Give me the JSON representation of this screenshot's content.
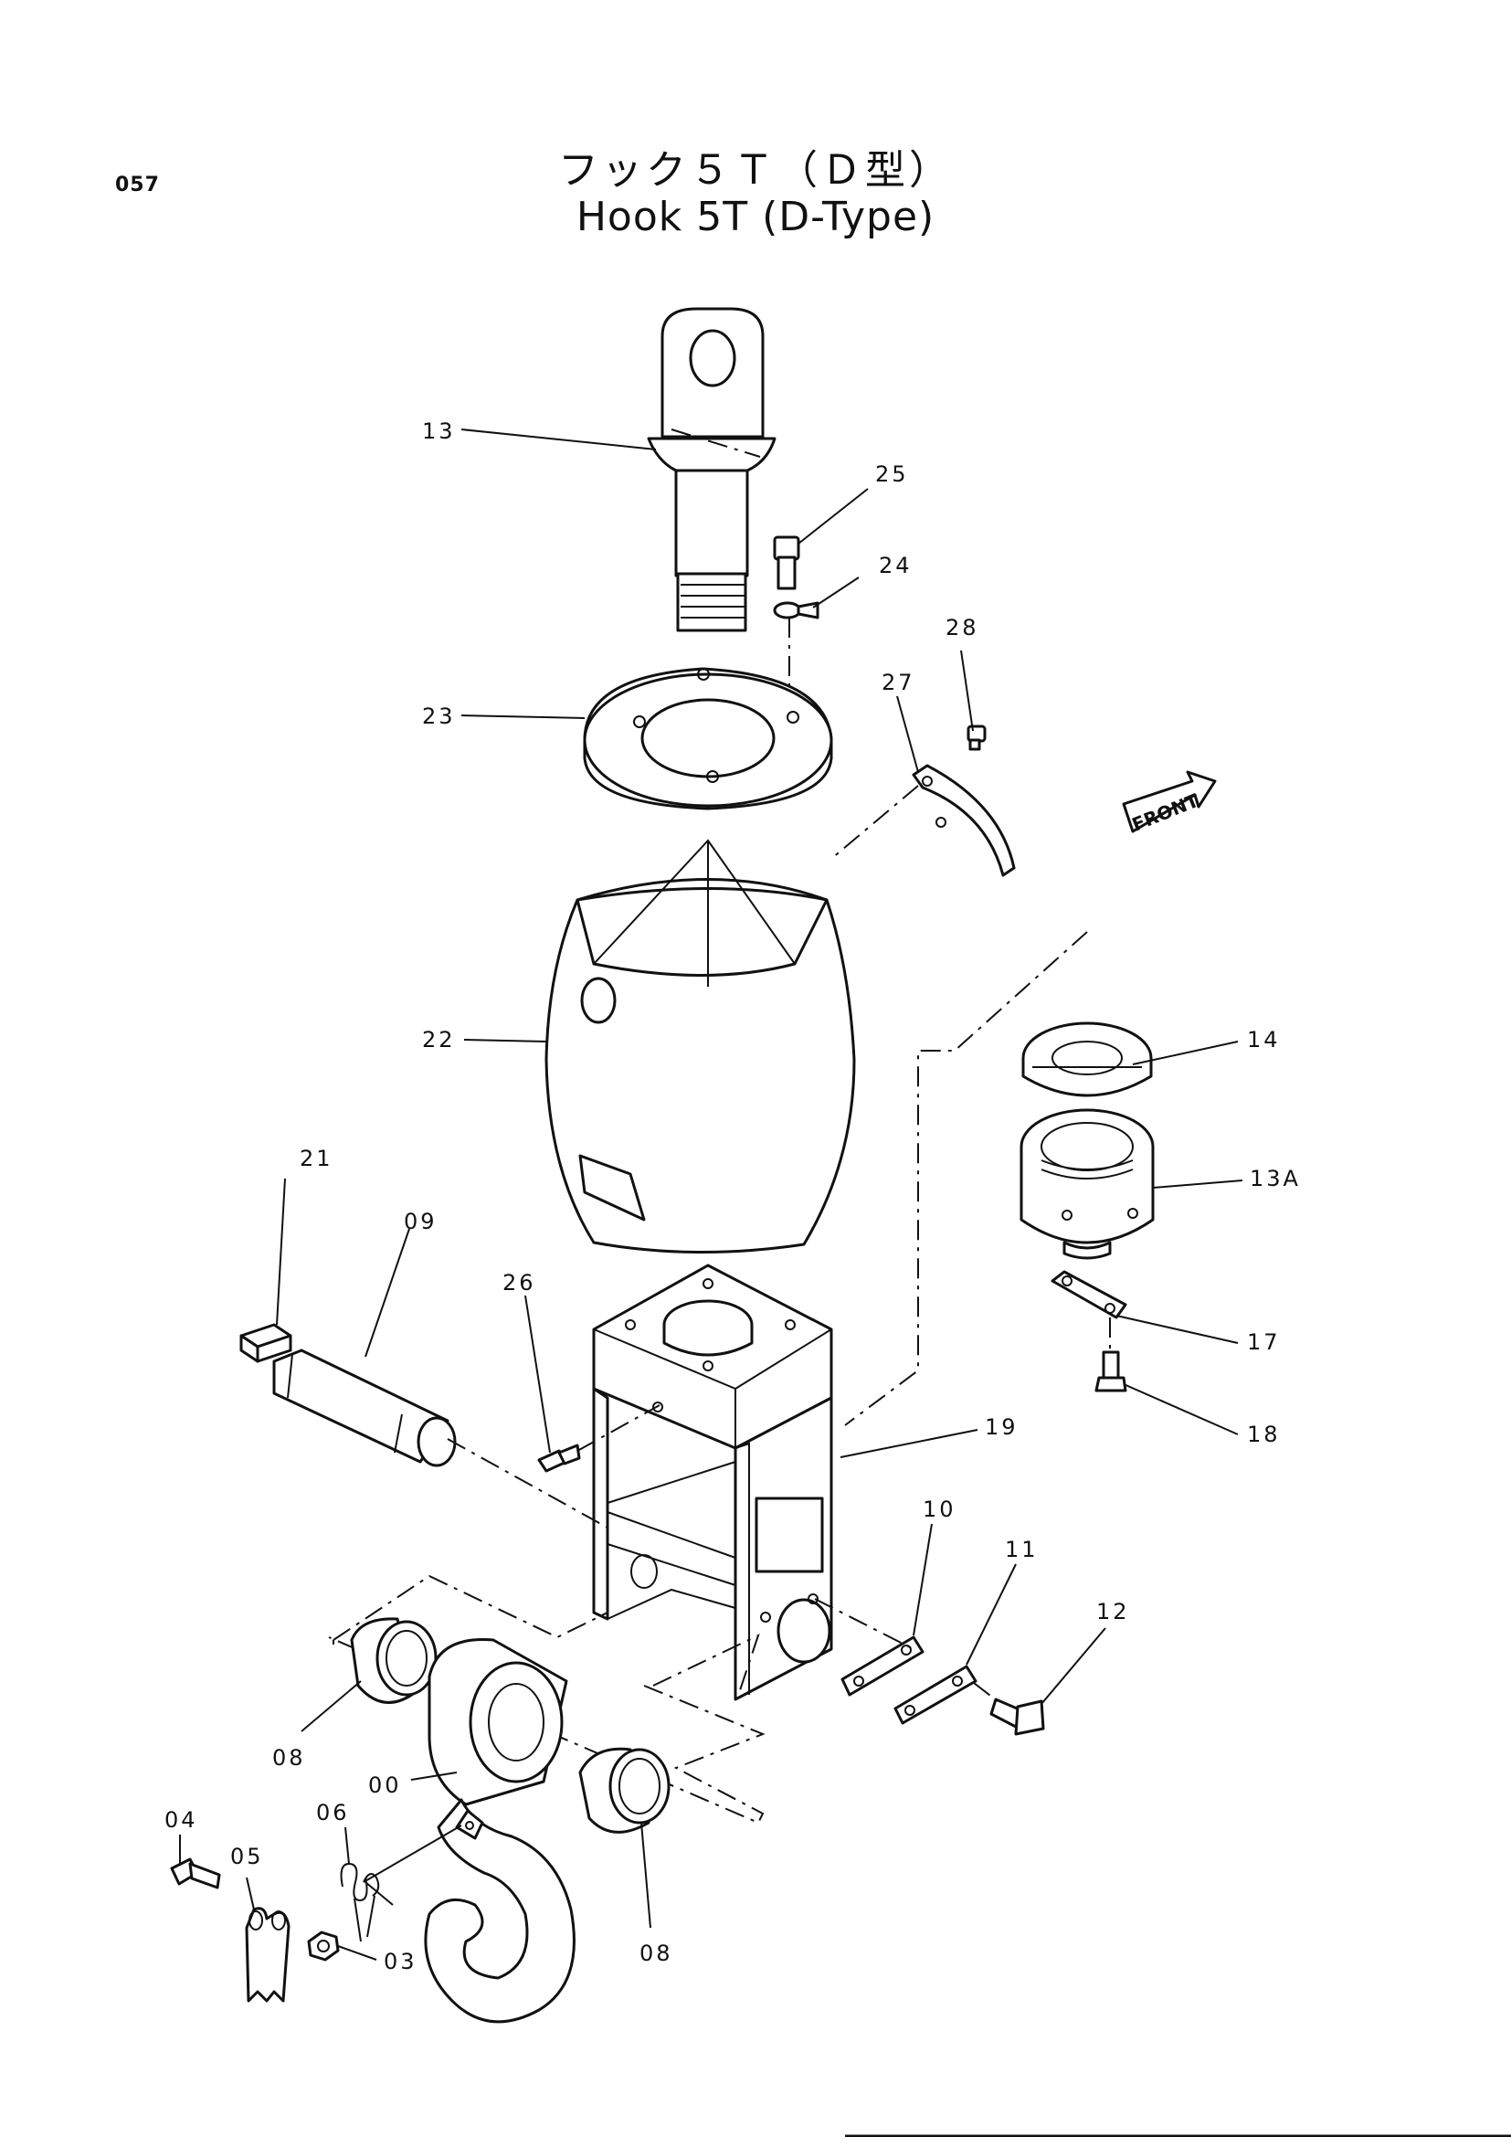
{
  "page_number": "057",
  "title_jp": "フック５Ｔ（Ｄ型）",
  "title_en": "Hook 5T (D-Type)",
  "front_label": "FRONT",
  "callouts": {
    "c13": "13",
    "c25": "25",
    "c24": "24",
    "c28": "28",
    "c23": "23",
    "c27": "27",
    "c22": "22",
    "c14": "14",
    "c13A": "13A",
    "c21": "21",
    "c09": "09",
    "c26": "26",
    "c17": "17",
    "c18": "18",
    "c19": "19",
    "c10": "10",
    "c11": "11",
    "c12": "12",
    "c08a": "08",
    "c00": "00",
    "c06": "06",
    "c04": "04",
    "c05": "05",
    "c03": "03",
    "c08b": "08"
  }
}
